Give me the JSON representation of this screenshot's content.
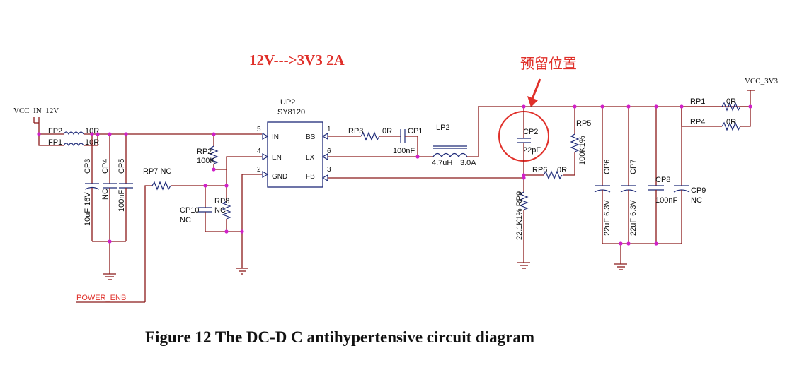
{
  "heading": "12V--->3V3 2A",
  "note": "预留位置",
  "caption": "Figure 12 The DC-D C antihypertensive circuit diagram",
  "colors": {
    "wire": "#8b1a1a",
    "component": "#1e2a78",
    "junction": "#d020c8",
    "highlight": "#e0302a"
  },
  "nets": {
    "vin": "VCC_IN_12V",
    "vout": "VCC_3V3",
    "enable": "POWER_ENB"
  },
  "ic": {
    "ref": "UP2",
    "part": "SY8120",
    "pins": {
      "in": "IN",
      "en": "EN",
      "gnd": "GND",
      "bs": "BS",
      "lx": "LX",
      "fb": "FB",
      "n5": "5",
      "n4": "4",
      "n2": "2",
      "n1": "1",
      "n6": "6",
      "n3": "3"
    }
  },
  "parts": {
    "fp2": {
      "ref": "FP2",
      "value": "10R"
    },
    "fp1": {
      "ref": "FP1",
      "value": "10R"
    },
    "cp3": {
      "ref": "CP3",
      "value": "10uF 16V"
    },
    "cp4": {
      "ref": "CP4",
      "value": "NC"
    },
    "cp5": {
      "ref": "CP5",
      "value": "100nF"
    },
    "rp7": {
      "ref": "RP7 NC"
    },
    "rp2": {
      "ref": "RP2",
      "value": "100K"
    },
    "rp8": {
      "ref": "RP8",
      "value": "NC"
    },
    "cp10": {
      "ref": "CP10",
      "value": "NC"
    },
    "rp3": {
      "ref": "RP3",
      "value": "0R"
    },
    "cp1": {
      "ref": "CP1",
      "value": "100nF"
    },
    "lp2": {
      "ref": "LP2",
      "value": "4.7uH",
      "current": "3.0A"
    },
    "cp2": {
      "ref": "CP2",
      "value": "22pF"
    },
    "rp5": {
      "ref": "RP5",
      "value": "100K1%"
    },
    "rp6": {
      "ref": "RP6",
      "value": "0R"
    },
    "rp9": {
      "ref": "22.1K1% RP9"
    },
    "cp6": {
      "ref": "CP6",
      "value": "22uF 6.3V"
    },
    "cp7": {
      "ref": "CP7",
      "value": "22uF 6.3V"
    },
    "cp8": {
      "ref": "CP8",
      "value": "100nF"
    },
    "cp9": {
      "ref": "CP9",
      "value": "NC"
    },
    "rp1": {
      "ref": "RP1",
      "value": "0R"
    },
    "rp4": {
      "ref": "RP4",
      "value": "0R"
    }
  }
}
